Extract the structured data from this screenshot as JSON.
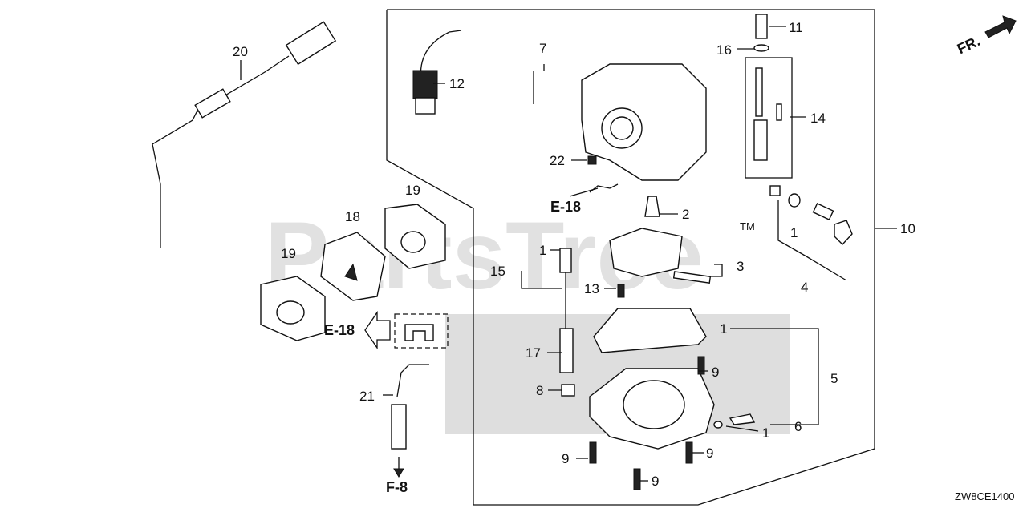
{
  "diagram_code": "ZW8CE1400",
  "watermark": "PartsTree",
  "trademark": "TM",
  "front_marker": "FR.",
  "references": {
    "e18_top": "E-18",
    "e18_left": "E-18",
    "f8": "F-8"
  },
  "callouts": {
    "c20": "20",
    "c12": "12",
    "c7": "7",
    "c11": "11",
    "c16": "16",
    "c14": "14",
    "c22": "22",
    "c2": "2",
    "c1a": "1",
    "c10": "10",
    "c19a": "19",
    "c18": "18",
    "c19b": "19",
    "c1b": "1",
    "c15": "15",
    "c3": "3",
    "c4": "4",
    "c13": "13",
    "c1c": "1",
    "c5": "5",
    "c17": "17",
    "c9a": "9",
    "c8": "8",
    "c21": "21",
    "c6": "6",
    "c1d": "1",
    "c9b": "9",
    "c9c": "9",
    "c9d": "9"
  }
}
